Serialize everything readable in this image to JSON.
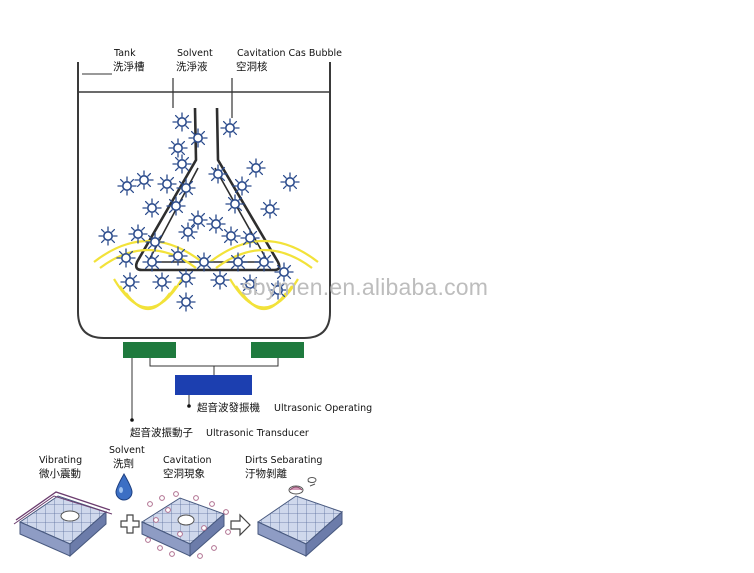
{
  "labels": {
    "tank_en": "Tank",
    "tank_cn": "洗淨槽",
    "solvent_en": "Solvent",
    "solvent_cn": "洗淨液",
    "cavitation_en": "Cavitation Cas Bubble",
    "cavitation_cn": "空洞核",
    "operating_cn": "超音波發振機",
    "operating_en": "Ultrasonic Operating",
    "transducer_cn": "超音波振動子",
    "transducer_en": "Ultrasonic Transducer"
  },
  "process_steps": [
    {
      "en": "Vibrating",
      "cn": "微小震動"
    },
    {
      "en": "Solvent",
      "cn": "洗劑"
    },
    {
      "en": "Cavitation",
      "cn": "空洞現象"
    },
    {
      "en": "Dirts Sebarating",
      "cn": "汙物剝離"
    }
  ],
  "watermark": "sbymen.en.alibaba.com",
  "colors": {
    "bubble": "#2b4b8c",
    "transducer": "#1f7a3e",
    "generator": "#1c3fb0",
    "wave": "#f2e23a",
    "tank_line": "#3a3a3a"
  }
}
